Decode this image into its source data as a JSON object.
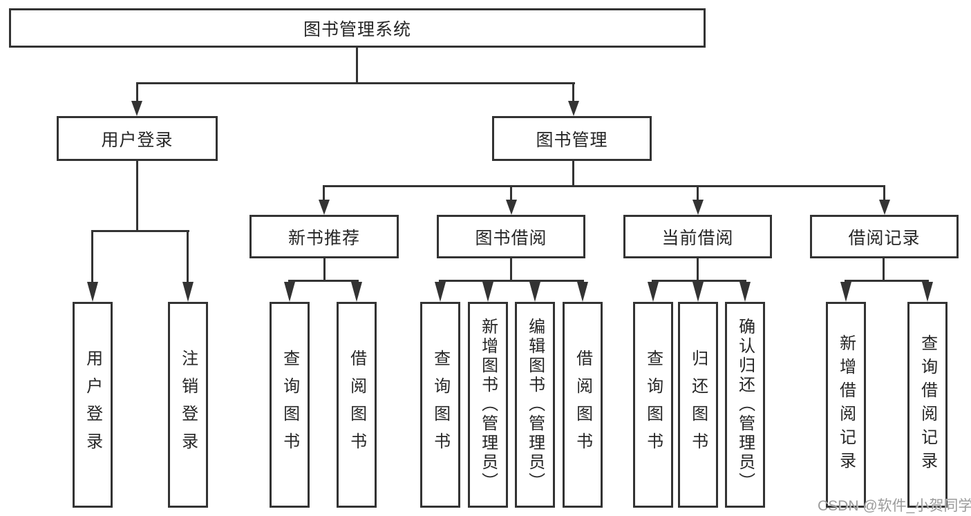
{
  "colors": {
    "line": "#333333",
    "text": "#262626",
    "watermark": "#9b9b9b",
    "bg": "#ffffff"
  },
  "watermark": "CSDN @软件_小贺同学",
  "tree": {
    "root": "图书管理系统",
    "children": [
      {
        "label": "用户登录",
        "children": [
          {
            "label": "用户登录"
          },
          {
            "label": "注销登录"
          }
        ]
      },
      {
        "label": "图书管理",
        "children": [
          {
            "label": "新书推荐",
            "children": [
              {
                "label": "查询图书"
              },
              {
                "label": "借阅图书"
              }
            ]
          },
          {
            "label": "图书借阅",
            "children": [
              {
                "label": "查询图书"
              },
              {
                "label": "新增图书（管理员）"
              },
              {
                "label": "编辑图书（管理员）"
              },
              {
                "label": "借阅图书"
              }
            ]
          },
          {
            "label": "当前借阅",
            "children": [
              {
                "label": "查询图书"
              },
              {
                "label": "归还图书"
              },
              {
                "label": "确认归还（管理员）"
              }
            ]
          },
          {
            "label": "借阅记录",
            "children": [
              {
                "label": "新增借阅记录"
              },
              {
                "label": "查询借阅记录"
              }
            ]
          }
        ]
      }
    ]
  }
}
